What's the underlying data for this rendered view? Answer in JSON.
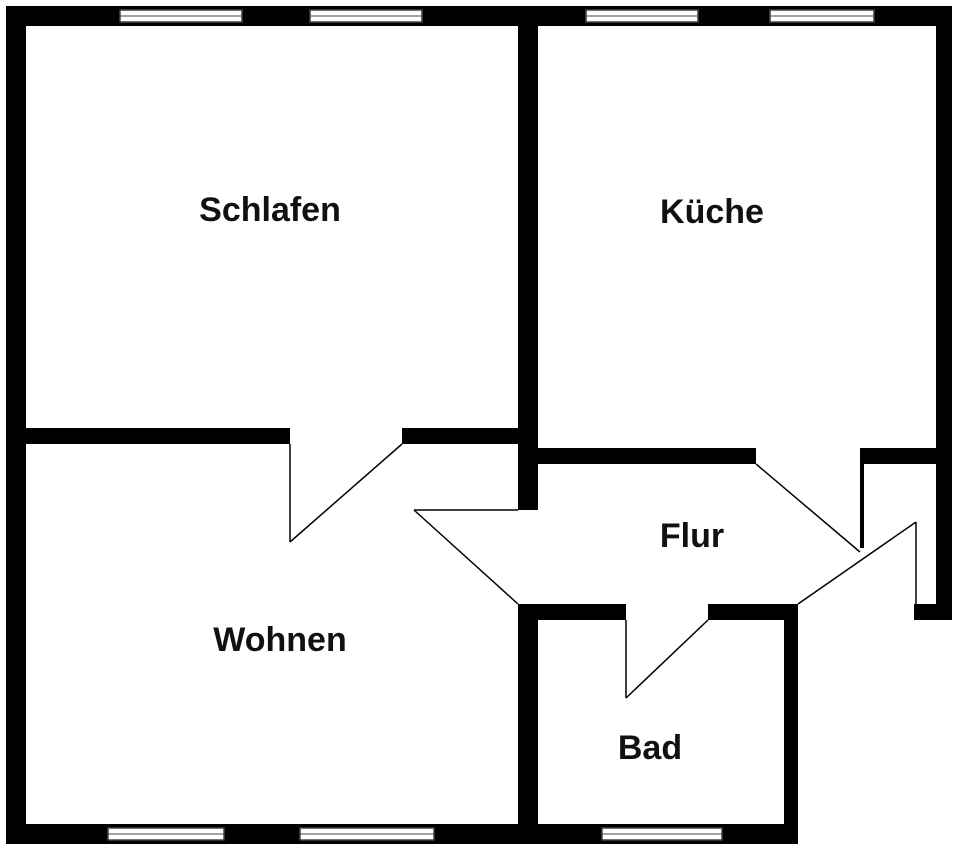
{
  "floorplan": {
    "colors": {
      "wall": "#000000",
      "background": "#ffffff",
      "door_line": "#000000",
      "window_frame": "#444444",
      "label": "#111111"
    },
    "rooms": {
      "schlafen": "Schlafen",
      "kueche": "Küche",
      "wohnen": "Wohnen",
      "flur": "Flur",
      "bad": "Bad"
    }
  }
}
